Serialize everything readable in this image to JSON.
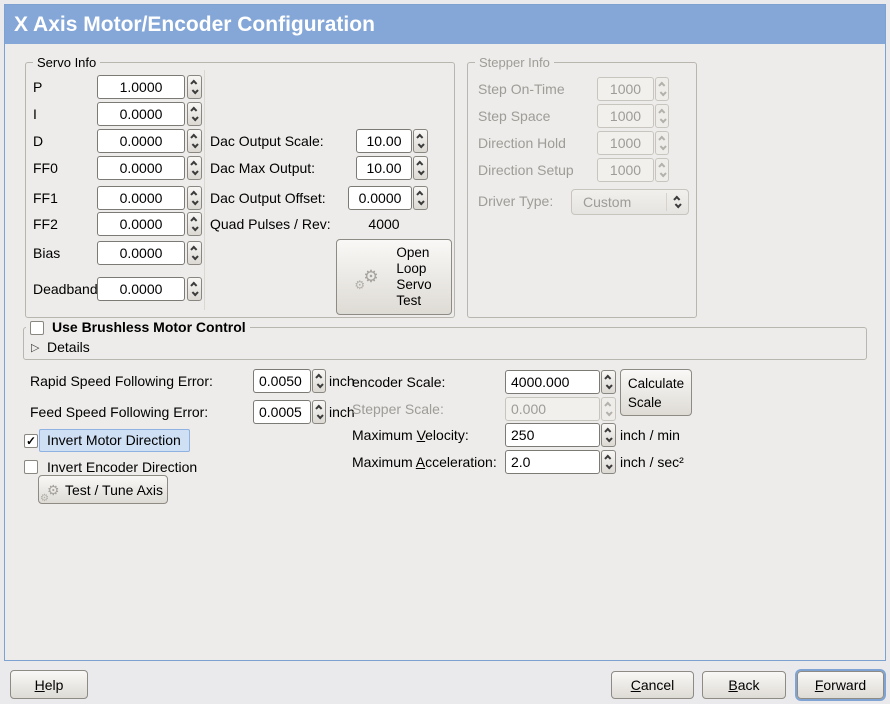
{
  "window": {
    "title": "X Axis Motor/Encoder Configuration"
  },
  "colors": {
    "titlebar": "#84a7d8",
    "panel_border": "#7da2d1",
    "focus_highlight": "#cfe0f5"
  },
  "servo_info": {
    "label": "Servo Info",
    "params": [
      {
        "label": "P",
        "value": "1.0000"
      },
      {
        "label": "I",
        "value": "0.0000"
      },
      {
        "label": "D",
        "value": "0.0000"
      },
      {
        "label": "FF0",
        "value": "0.0000"
      },
      {
        "label": "FF1",
        "value": "0.0000"
      },
      {
        "label": "FF2",
        "value": "0.0000"
      },
      {
        "label": "Bias",
        "value": "0.0000"
      },
      {
        "label": "Deadband",
        "value": "0.0000"
      }
    ],
    "dac_rows": [
      {
        "label": "Dac Output Scale:",
        "value": "10.00"
      },
      {
        "label": "Dac Max Output:",
        "value": "10.00"
      },
      {
        "label": "Dac Output Offset:",
        "value": "0.0000"
      }
    ],
    "quad": {
      "label": "Quad Pulses / Rev:",
      "value": "4000"
    },
    "open_loop_lines": [
      "Open",
      "Loop",
      "Servo",
      "Test"
    ]
  },
  "stepper_info": {
    "label": "Stepper Info",
    "rows": [
      {
        "label": "Step On-Time",
        "value": "1000"
      },
      {
        "label": "Step Space",
        "value": "1000"
      },
      {
        "label": "Direction Hold",
        "value": "1000"
      },
      {
        "label": "Direction Setup",
        "value": "1000"
      }
    ],
    "driver_type": {
      "label": "Driver Type:",
      "value": "Custom"
    }
  },
  "brushless": {
    "checkbox_label": "Use Brushless Motor Control",
    "details_label": "Details"
  },
  "following_errors": [
    {
      "label": "Rapid Speed Following Error:",
      "value": "0.0050",
      "unit": "inch"
    },
    {
      "label": "Feed Speed Following Error:",
      "value": "0.0005",
      "unit": "inch"
    }
  ],
  "invert": {
    "motor": "Invert Motor Direction",
    "motor_checked": "✓",
    "encoder": "Invert Encoder Direction"
  },
  "test_tune_label": "Test / Tune Axis",
  "scales": {
    "encoder": {
      "label": "encoder Scale:",
      "value": "4000.000"
    },
    "stepper": {
      "label": "Stepper Scale:",
      "value": "0.000"
    },
    "velocity": {
      "label_pre": "Maximum ",
      "label_u": "V",
      "label_post": "elocity:",
      "value": "250",
      "unit": "inch / min"
    },
    "acceleration": {
      "label_pre": "Maximum ",
      "label_u": "A",
      "label_post": "cceleration:",
      "value": "2.0",
      "unit": "inch / sec²"
    },
    "calculate_lines": [
      "Calculate",
      "Scale"
    ]
  },
  "footer": {
    "help": {
      "u": "H",
      "rest": "elp"
    },
    "cancel": {
      "u": "C",
      "rest": "ancel"
    },
    "back": {
      "u": "B",
      "rest": "ack"
    },
    "forward": {
      "u": "F",
      "rest": "orward"
    }
  }
}
